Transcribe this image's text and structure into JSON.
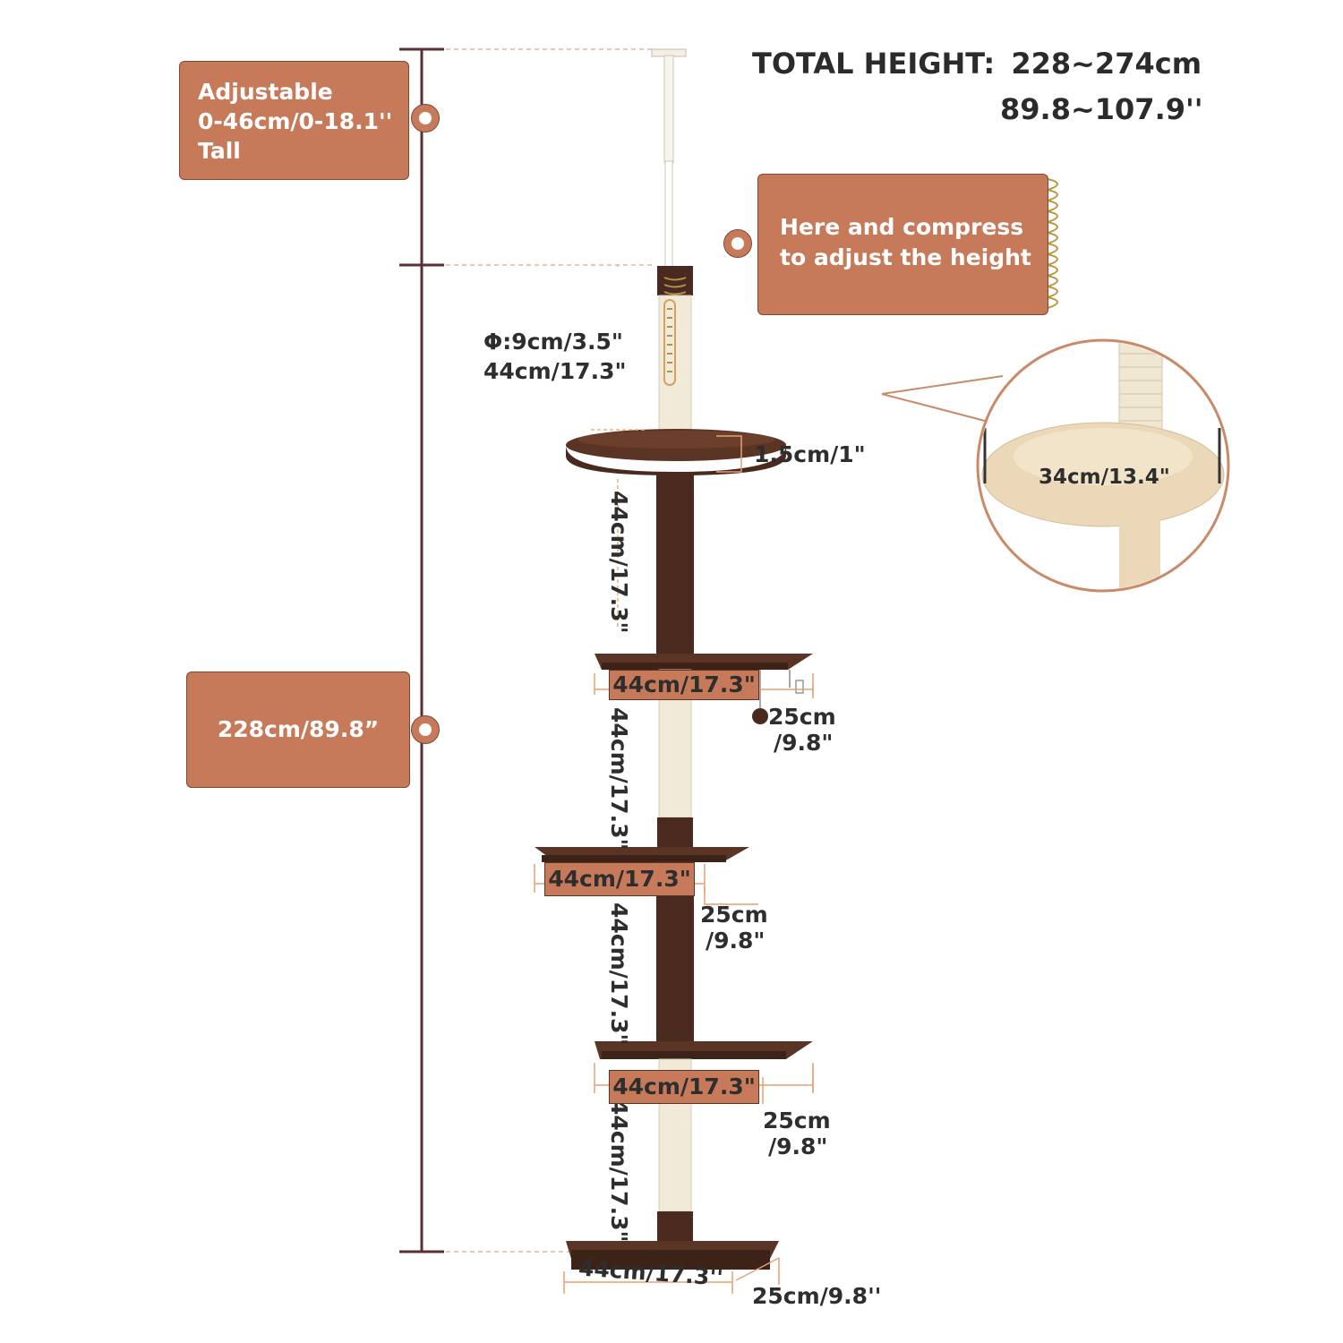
{
  "total_height": {
    "label": "TOTAL HEIGHT:",
    "metric": "228~274cm",
    "imperial": "89.8~107.9''"
  },
  "tags": {
    "adjustable": [
      "Adjustable",
      "0-46cm/0-18.1''",
      "Tall"
    ],
    "compress": [
      "Here and compress",
      "to adjust the height"
    ],
    "main_height": "228cm/89.8”"
  },
  "dimensions": {
    "top_post_diameter": "Φ:9cm/3.5\"",
    "top_post_height": "44cm/17.3\"",
    "bed_thickness": "1.5cm/1\"",
    "bed_diameter": "34cm/13.4\"",
    "post_segment_1": "44cm/17.3\"",
    "post_segment_2": "44cm/17.3\"",
    "post_segment_3": "44cm/17.3\"",
    "post_segment_4": "44cm/17.3\"",
    "platform_1_width": "44cm/17.3\"",
    "platform_1_depth": [
      "25cm",
      "/9.8\""
    ],
    "platform_2_width": "44cm/17.3\"",
    "platform_2_depth": [
      "25cm",
      "/9.8\""
    ],
    "platform_3_width": "44cm/17.3\"",
    "platform_3_depth": [
      "25cm",
      "/9.8\""
    ],
    "base_width": "44cm/17.3''",
    "base_depth": "25cm/9.8''"
  },
  "colors": {
    "accent": "#c67a5a",
    "accent_border": "#7a4a35",
    "ruler": "#5a2e36",
    "plush_brown": "#4a2a1e",
    "sisal": "#f1ead8",
    "beige_plush": "#ead8b8"
  }
}
